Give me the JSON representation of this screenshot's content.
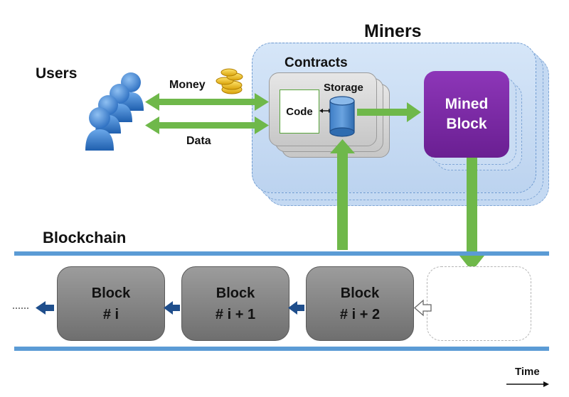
{
  "labels": {
    "miners": "Miners",
    "users": "Users",
    "contracts": "Contracts",
    "storage": "Storage",
    "code": "Code",
    "money": "Money",
    "data": "Data",
    "blockchain": "Blockchain",
    "time": "Time"
  },
  "mined_block": {
    "line1": "Mined",
    "line2": "Block"
  },
  "blocks": [
    {
      "line1": "Block",
      "line2": "# i"
    },
    {
      "line1": "Block",
      "line2": "# i + 1"
    },
    {
      "line1": "Block",
      "line2": "# i + 2"
    }
  ],
  "colors": {
    "arrow_green": "#6fb84a",
    "chain_blue": "#5b9bd5",
    "mined_purple": "#7a2aa3",
    "miner_panel": "#c7daf2",
    "nav_arrow": "#1f4e8c"
  }
}
